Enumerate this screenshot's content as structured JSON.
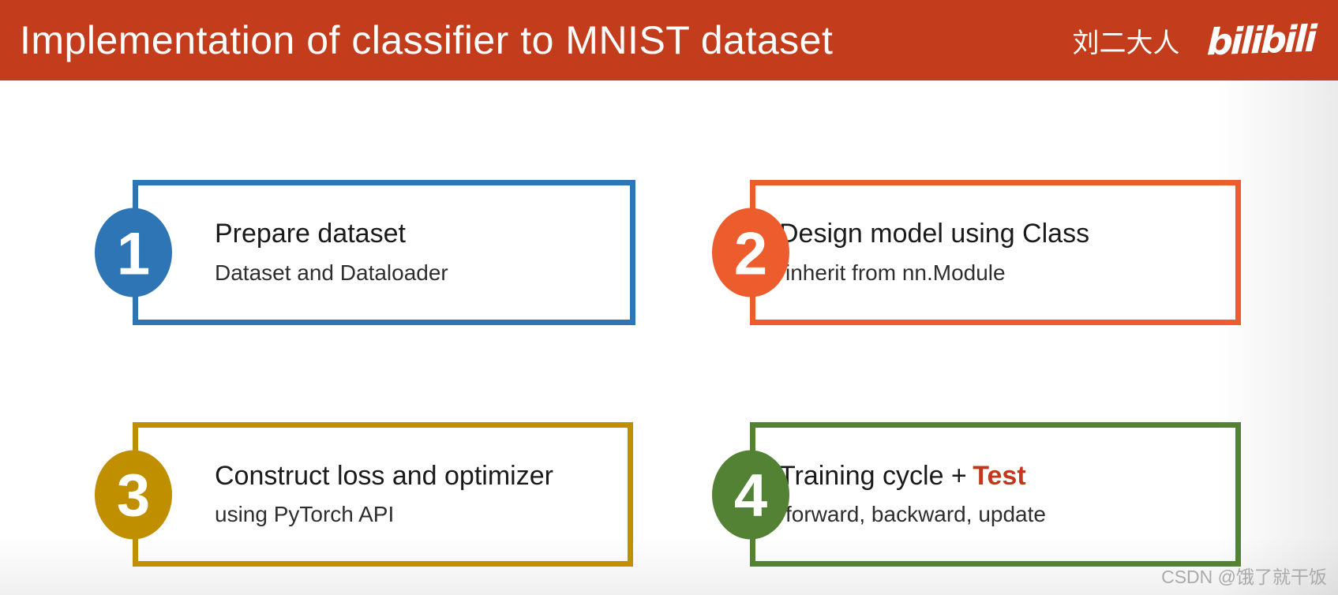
{
  "header": {
    "title": "Implementation of classifier to MNIST dataset",
    "author": "刘二大人",
    "logo_text": "bilibili",
    "bg_color": "#C33D1C",
    "text_color": "#FFFFFF"
  },
  "steps": [
    {
      "number": "1",
      "title": "Prepare dataset",
      "subtitle": "Dataset and Dataloader",
      "accent": "#2E75B6"
    },
    {
      "number": "2",
      "title": "Design model using Class",
      "subtitle": "inherit from nn.Module",
      "accent": "#ED5C2C"
    },
    {
      "number": "3",
      "title": "Construct loss and optimizer",
      "subtitle": "using PyTorch API",
      "accent": "#BF8F00"
    },
    {
      "number": "4",
      "title": "Training cycle +",
      "title_highlight": "Test",
      "highlight_color": "#C0391B",
      "subtitle": "forward, backward, update",
      "accent": "#548235"
    }
  ],
  "watermark": "CSDN @饿了就干饭"
}
